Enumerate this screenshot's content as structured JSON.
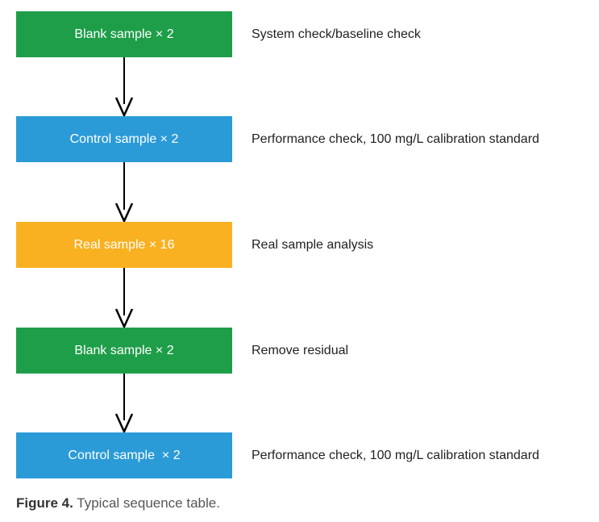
{
  "colors": {
    "green": "#1f9e49",
    "blue": "#2b9bd8",
    "amber": "#f9b121"
  },
  "steps": [
    {
      "label": "Blank sample × 2",
      "description": "System check/baseline check",
      "color": "green"
    },
    {
      "label": "Control sample × 2",
      "description": "Performance check, 100 mg/L calibration standard",
      "color": "blue"
    },
    {
      "label": "Real sample × 16",
      "description": "Real sample analysis",
      "color": "amber"
    },
    {
      "label": "Blank sample × 2",
      "description": "Remove residual",
      "color": "green"
    },
    {
      "label": "Control sample  × 2",
      "description": "Performance check, 100 mg/L calibration standard",
      "color": "blue"
    }
  ],
  "caption": {
    "label": "Figure 4.",
    "text": " Typical sequence table."
  }
}
